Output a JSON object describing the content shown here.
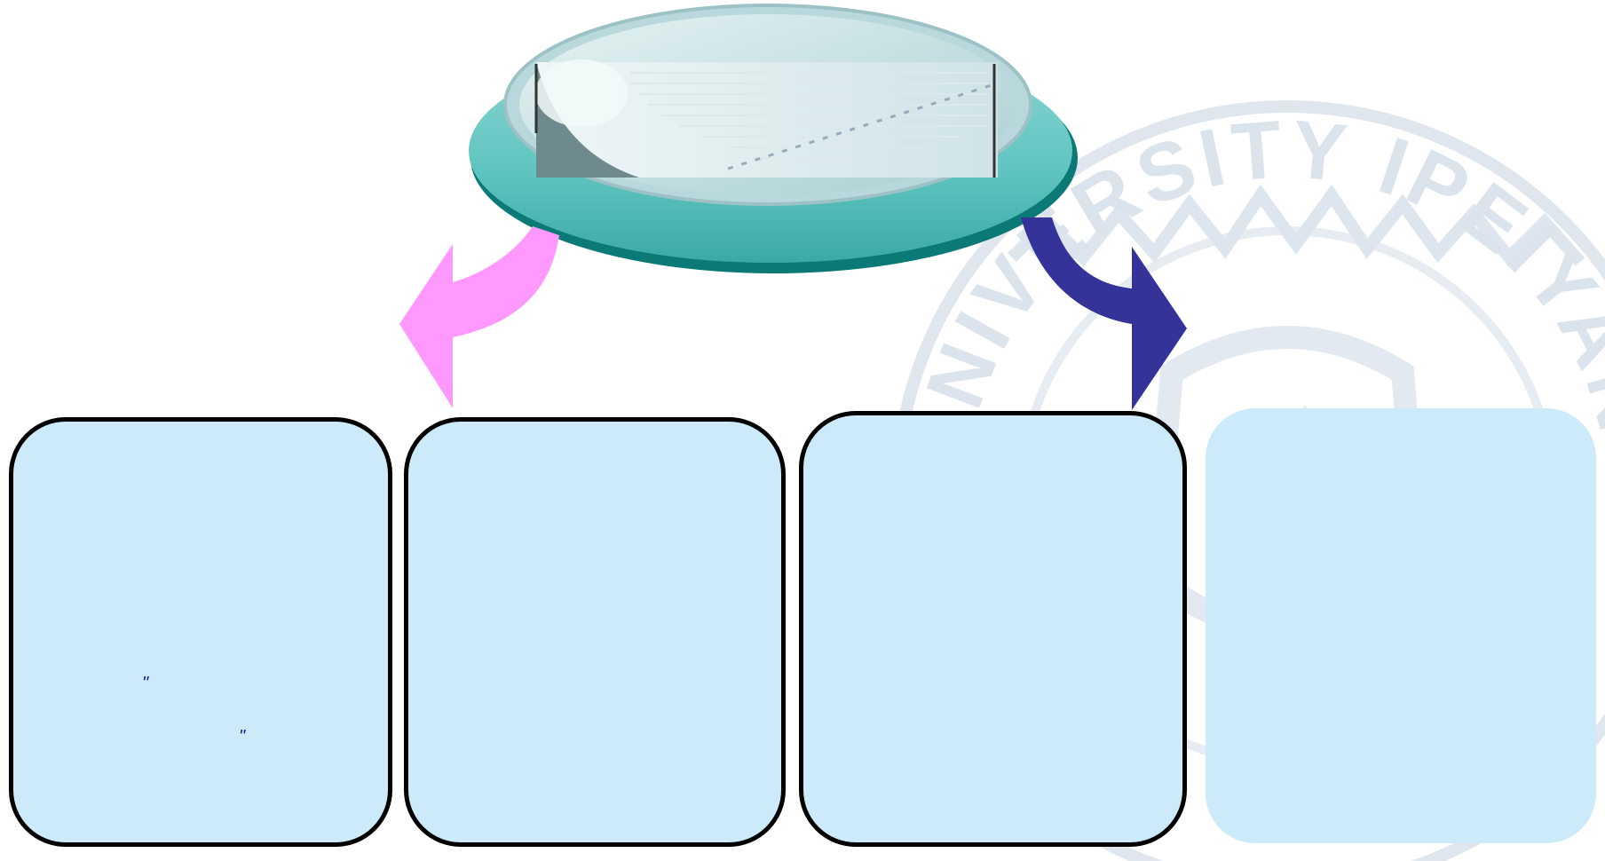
{
  "colors": {
    "background": "#ffffff",
    "card_fill": "#cdeafb",
    "card_border": "#000000",
    "hub_rim": "#5fc4c0",
    "hub_rim_dark": "#0b7a76",
    "hub_top": "#c9e4e6",
    "arrow_left": "#ff99ff",
    "arrow_right": "#333399",
    "watermark": "#dfe6ee"
  },
  "watermark": {
    "text": "UNIVERSITY IPEIYAN"
  },
  "cards": [
    {
      "id": "card-1",
      "bordered": true,
      "open_quote": "\"",
      "close_quote": "\""
    },
    {
      "id": "card-2",
      "bordered": true
    },
    {
      "id": "card-3",
      "bordered": true
    },
    {
      "id": "card-4",
      "bordered": false
    }
  ]
}
